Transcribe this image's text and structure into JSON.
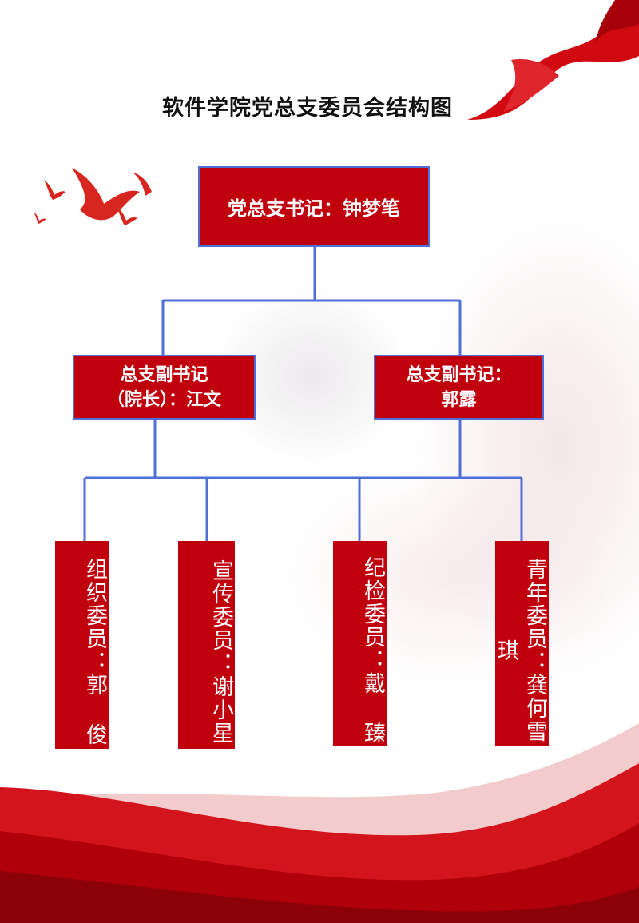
{
  "title": "软件学院党总支委员会结构图",
  "colors": {
    "box_fill": "#c0000c",
    "connector": "#4f6fd8",
    "text": "#ffffff"
  },
  "chart": {
    "root": {
      "role": "党总支书记：",
      "name": "钟梦笔"
    },
    "deputies": [
      {
        "line1": "总支副书记",
        "line2": "（院长）：江文"
      },
      {
        "line1": "总支副书记：",
        "line2": "郭露"
      }
    ],
    "members": [
      {
        "text": "组织委员：郭 俊"
      },
      {
        "text": "宣传委员：谢小星"
      },
      {
        "text": "纪检委员：戴 臻"
      },
      {
        "text": "青年委员：龚何雪琪"
      }
    ]
  }
}
